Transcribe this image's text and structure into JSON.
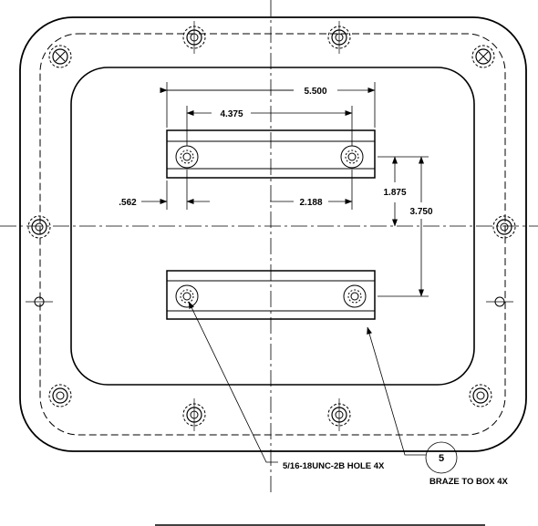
{
  "dimensions": {
    "overall_width": "5.500",
    "hole_spacing": "4.375",
    "edge_offset": ".562",
    "half_spacing": "2.188",
    "half_height": "1.875",
    "full_height": "3.750"
  },
  "callouts": {
    "hole_spec": "5/16-18UNC-2B HOLE 4X",
    "balloon_number": "5",
    "braze_note": "BRAZE TO BOX 4X"
  },
  "colors": {
    "line": "#000000",
    "background": "#ffffff"
  }
}
